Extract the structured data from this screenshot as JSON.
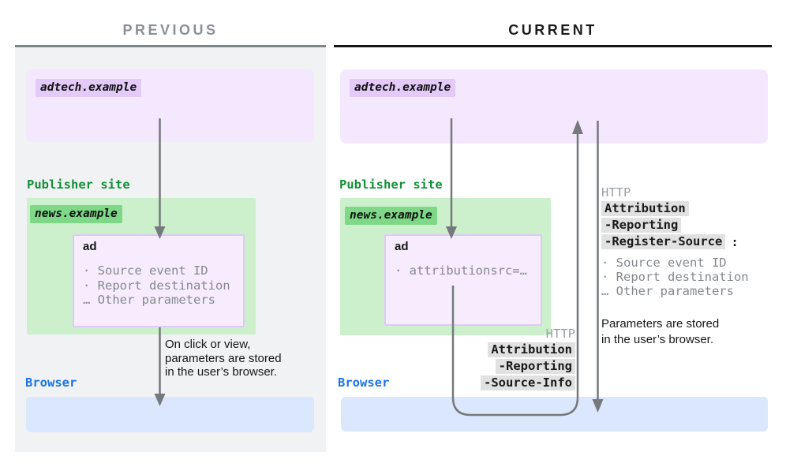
{
  "previous": {
    "title": "PREVIOUS",
    "adtech": {
      "label": "adtech.example"
    },
    "publisher": {
      "heading": "Publisher site",
      "site_label": "news.example"
    },
    "ad": {
      "title": "ad",
      "params": [
        "· Source event ID",
        "· Report destination",
        "… Other parameters"
      ]
    },
    "note": "On click or view,\nparameters are stored\nin the user’s browser.",
    "browser": {
      "heading": "Browser"
    }
  },
  "current": {
    "title": "CURRENT",
    "adtech": {
      "label": "adtech.example"
    },
    "publisher": {
      "heading": "Publisher site",
      "site_label": "news.example"
    },
    "ad": {
      "title": "ad",
      "params": [
        "· attributionsrc=…"
      ]
    },
    "request": {
      "protocol": "HTTP",
      "headers": [
        "Attribution",
        "-Reporting",
        "-Source-Info"
      ]
    },
    "response": {
      "protocol": "HTTP",
      "headers": [
        "Attribution",
        "-Reporting",
        "-Register-Source"
      ],
      "colon": ":",
      "params": [
        "· Source event ID",
        "· Report destination",
        "… Other parameters"
      ]
    },
    "note": "Parameters are stored\nin the user’s browser.",
    "browser": {
      "heading": "Browser"
    }
  },
  "colors": {
    "previous_panel_bg": "#f1f2f4",
    "previous_title": "#8b9096",
    "current_title": "#1b1b1b",
    "adtech_box": "#f3e8fd",
    "adtech_chip": "#e3caf8",
    "publisher_green_text": "#148e3a",
    "publisher_box": "#ccf0cc",
    "site_chip": "#7ed888",
    "ad_box": "#f6ecfd",
    "ad_box_border": "#e0c9f6",
    "param_gray": "#85898e",
    "browser_blue_text": "#1a73e8",
    "browser_box": "#dbe7fc",
    "header_chip_bg": "#e1e1e1",
    "http_gray": "#9aa0a6",
    "arrow_gray": "#75787c"
  }
}
